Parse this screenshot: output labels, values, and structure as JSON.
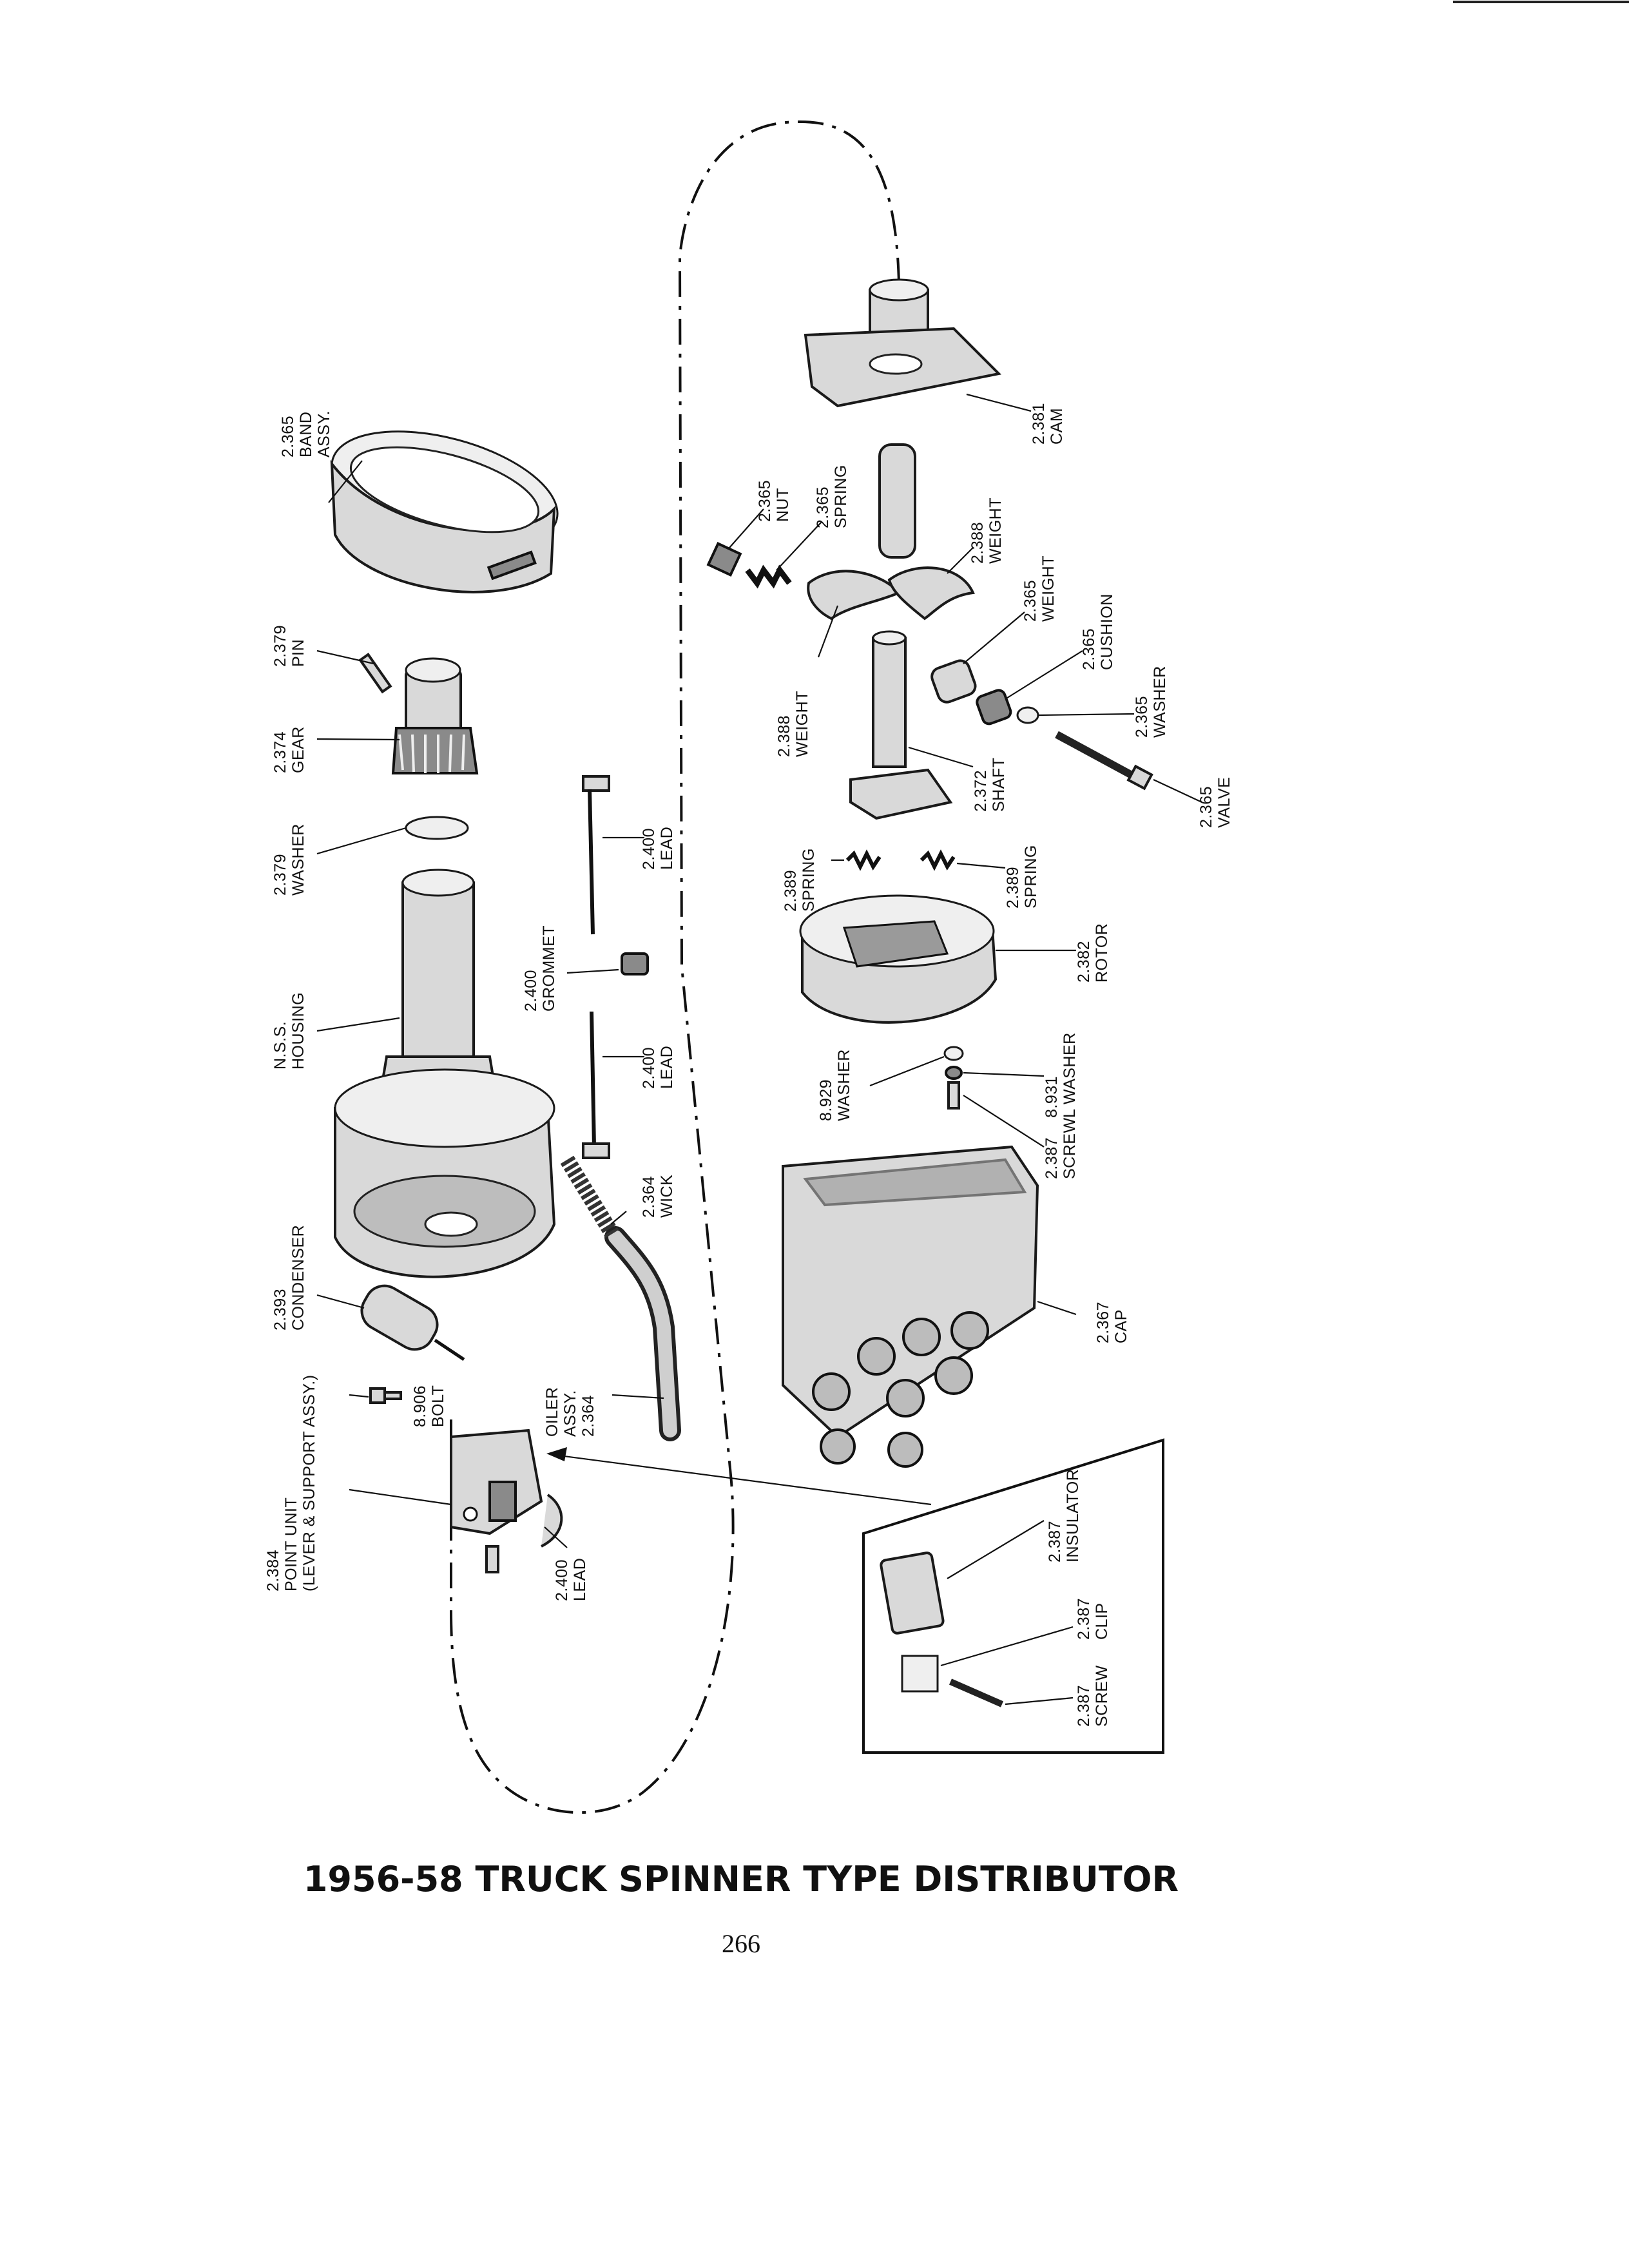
{
  "title": "1956-58 TRUCK SPINNER TYPE DISTRIBUTOR",
  "page_number": "266",
  "callouts": {
    "band_assy": [
      "2.365",
      "BAND",
      "ASSY."
    ],
    "pin": [
      "2.379",
      "PIN"
    ],
    "gear": [
      "2.374",
      "GEAR"
    ],
    "washer_2379": [
      "2.379",
      "WASHER"
    ],
    "housing": [
      "N.S.S.",
      "HOUSING"
    ],
    "condenser": [
      "2.393",
      "CONDENSER"
    ],
    "bolt": [
      "8.906",
      "BOLT"
    ],
    "point_unit": [
      "2.384",
      "POINT UNIT",
      "(LEVER & SUPPORT ASSY.)"
    ],
    "lead_lower": [
      "2.400",
      "LEAD"
    ],
    "oiler": [
      "OILER",
      "ASSY.",
      "2.364"
    ],
    "wick": [
      "2.364",
      "WICK"
    ],
    "lead_mid": [
      "2.400",
      "LEAD"
    ],
    "grommet": [
      "2.400",
      "GROMMET"
    ],
    "lead_top": [
      "2.400",
      "LEAD"
    ],
    "cam": [
      "2.381",
      "CAM"
    ],
    "nut": [
      "2.365",
      "NUT"
    ],
    "spring_2365": [
      "2.365",
      "SPRING"
    ],
    "weight_upper": [
      "2.388",
      "WEIGHT"
    ],
    "weight_2365": [
      "2.365",
      "WEIGHT"
    ],
    "cushion": [
      "2.365",
      "CUSHION"
    ],
    "washer_2365": [
      "2.365",
      "WASHER"
    ],
    "weight_lower": [
      "2.388",
      "WEIGHT"
    ],
    "shaft": [
      "2.372",
      "SHAFT"
    ],
    "valve": [
      "2.365",
      "VALVE"
    ],
    "spring_2389_left": [
      "2.389",
      "SPRING"
    ],
    "spring_2389_right": [
      "2.389",
      "SPRING"
    ],
    "rotor": [
      "2.382",
      "ROTOR"
    ],
    "washer_8929": [
      "8.929",
      "WASHER"
    ],
    "l_washer": [
      "8.931",
      "L WASHER"
    ],
    "screw_cap": [
      "2.387",
      "SCREW"
    ],
    "cap": [
      "2.367",
      "CAP"
    ],
    "insulator": [
      "2.387",
      "INSULATOR"
    ],
    "clip": [
      "2.387",
      "CLIP"
    ],
    "screw_inset": [
      "2.387",
      "SCREW"
    ]
  }
}
